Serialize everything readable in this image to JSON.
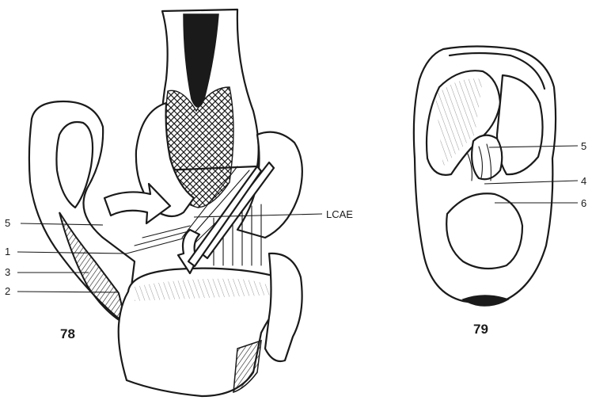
{
  "figures": [
    {
      "number": "78",
      "labels": [
        "5",
        "1",
        "3",
        "2",
        "LCAE"
      ]
    },
    {
      "number": "79",
      "labels": [
        "5",
        "4",
        "6"
      ]
    }
  ],
  "colors": {
    "ink": "#1a1a1a",
    "paper": "#ffffff"
  }
}
